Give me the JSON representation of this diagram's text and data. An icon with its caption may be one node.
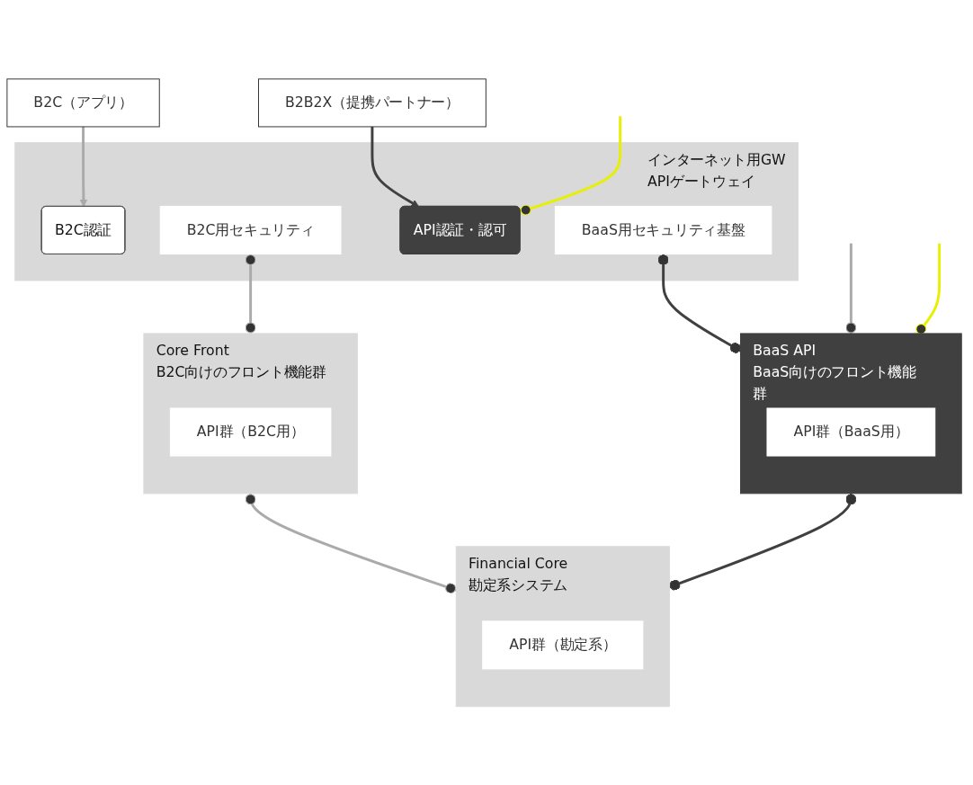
{
  "diagram": {
    "nodes": [
      {
        "text": [
          "B2C（アプリ）"
        ]
      },
      {
        "text": [
          "B2B2X（提携パートナー）"
        ]
      },
      {
        "text": [
          "インターネット用GW",
          "APIゲートウェイ"
        ]
      },
      {
        "text": [
          "B2C認証"
        ],
        "in": 2
      },
      {
        "text": [
          "B2C用セキュリティ"
        ],
        "in": 2
      },
      {
        "text": [
          "API認証・認可"
        ],
        "in": 2
      },
      {
        "text": [
          "BaaS用セキュリティ基盤"
        ],
        "in": 2
      },
      {
        "text": [
          "Core Front",
          "B2C向けのフロント機能群"
        ]
      },
      {
        "text": [
          "API群（B2C用）"
        ],
        "in": 7
      },
      {
        "text": [
          "BaaS API",
          "BaaS向けのフロント機能群"
        ]
      },
      {
        "text": [
          "API群（BaaS用）"
        ],
        "in": 9
      },
      {
        "text": [
          "Financial Core",
          "勘定系システム"
        ]
      },
      {
        "text": [
          "API群（勘定系）"
        ],
        "in": 11
      }
    ],
    "edges": [
      {
        "from": 0,
        "to": 3,
        "arrow": "to"
      },
      {
        "from": 1,
        "to": 5,
        "arrow": "to",
        "color": "#404040"
      },
      {
        "from": 4,
        "to": 7,
        "arrow": "other"
      },
      {
        "from": 6,
        "to": 9,
        "arrow": "other",
        "color": "#404040"
      },
      {
        "from": 7,
        "to": 11,
        "arrow": "other"
      },
      {
        "from": 9,
        "to": 11,
        "arrow": "other",
        "color": "#404040"
      },
      {
        "from": 5,
        "to": null,
        "arrow": "other",
        "color": "#e6f000"
      },
      {
        "from": 9,
        "to": null,
        "arrow": "other",
        "color": "#aaaaaa"
      },
      {
        "from": 9,
        "to": null,
        "arrow": "other",
        "color": "#e6f000"
      }
    ]
  }
}
